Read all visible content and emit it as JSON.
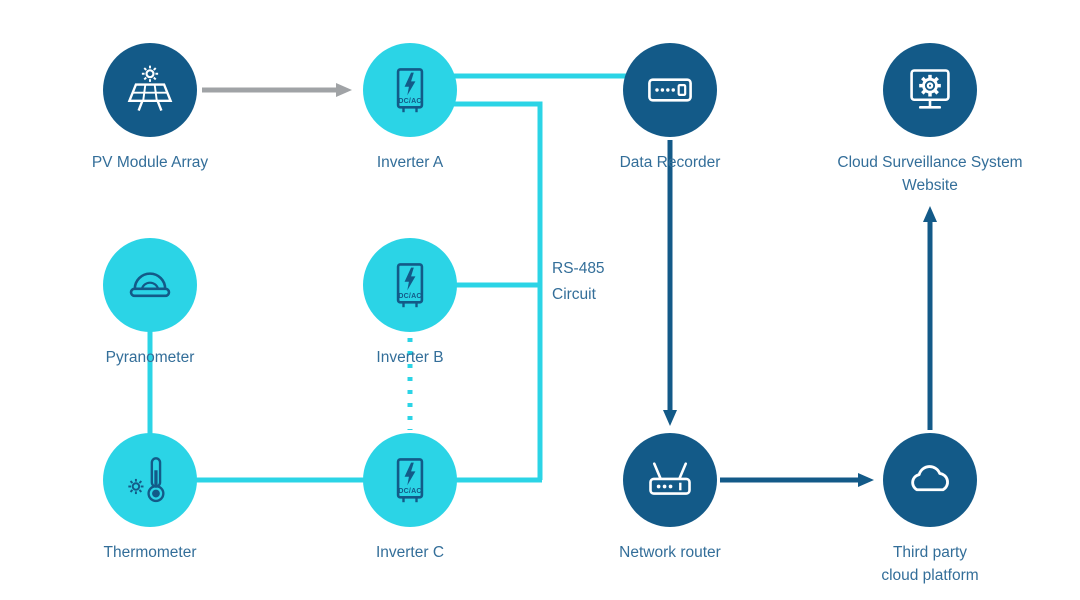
{
  "diagram": {
    "colors": {
      "dark_blue": "#135A88",
      "cyan": "#2BD4E6",
      "gray": "#A0A3A6",
      "label_text": "#336E99"
    },
    "icon_text": {
      "inverter": "DC/AC"
    },
    "annotations": {
      "rs485": {
        "line1": "RS-485",
        "line2": "Circuit"
      }
    },
    "nodes": {
      "pv_module_array": {
        "label": "PV Module Array"
      },
      "inverter_a": {
        "label": "Inverter A"
      },
      "data_recorder": {
        "label": "Data Recorder"
      },
      "cloud_surveillance": {
        "line1": "Cloud Surveillance System",
        "line2": "Website"
      },
      "pyranometer": {
        "label": "Pyranometer"
      },
      "inverter_b": {
        "label": "Inverter B"
      },
      "thermometer": {
        "label": "Thermometer"
      },
      "inverter_c": {
        "label": "Inverter C"
      },
      "network_router": {
        "label": "Network router"
      },
      "third_party_cloud": {
        "line1": "Third party",
        "line2": "cloud platform"
      }
    }
  }
}
